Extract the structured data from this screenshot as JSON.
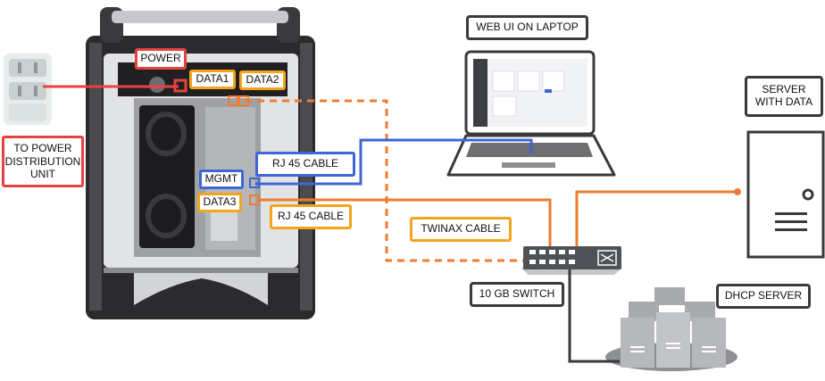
{
  "labels": {
    "power": "POWER",
    "data1": "DATA1",
    "data2": "DATA2",
    "mgmt": "MGMT",
    "data3": "DATA3",
    "rj45_top": "RJ 45 CABLE",
    "rj45_bottom": "RJ 45 CABLE",
    "twinax": "TWINAX CABLE",
    "web_ui": "WEB UI ON LAPTOP",
    "server": "SERVER\nWITH DATA",
    "switch": "10 GB SWITCH",
    "dhcp": "DHCP SERVER",
    "pdu": "TO POWER\nDISTRIBUTION\nUNIT"
  },
  "colors": {
    "power_line": "#e8423f",
    "data_line": "#ee7d31",
    "mgmt_line": "#3d66d6",
    "dhcp_line": "#3a3a3a",
    "label_orange": "#f3a41d"
  },
  "icons": {
    "appliance": "storage-appliance-rear",
    "outlet": "power-outlet-icon",
    "laptop": "laptop-icon",
    "server": "tower-server-icon",
    "switch": "network-switch-icon",
    "dhcp": "server-cluster-icon"
  }
}
